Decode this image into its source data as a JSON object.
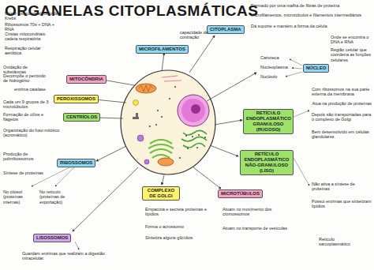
{
  "diagram": {
    "title": "ORGANELAS CITOPLASMÁTICAS",
    "nodes": [
      {
        "text": [
          "MITOCÔNDRIA"
        ]
      },
      {
        "text": [
          "PEROXISSOMOS"
        ]
      },
      {
        "text": [
          "CENTRÍOLOS"
        ]
      },
      {
        "text": [
          "RIBOSSOMOS"
        ]
      },
      {
        "text": [
          "LISOSSOMOS"
        ]
      },
      {
        "text": [
          "MICROFILAMENTOS"
        ]
      },
      {
        "text": [
          "CITOPLASMA"
        ]
      },
      {
        "text": [
          "NÚCLEO"
        ]
      },
      {
        "text": [
          "RETÍCULO ENDOPLASMÁTICO GRANULOSO (RUGOSO)"
        ]
      },
      {
        "text": [
          "RETÍCULO ENDOPLASMÁTICO NÃO-GRANULOSO (LISO)"
        ]
      },
      {
        "text": [
          "MICROTÚBULOS"
        ]
      },
      {
        "text": [
          "COMPLEXO DE GOLGI"
        ]
      }
    ],
    "labels": [
      "Matriz mitocondrial: ciclo de Krebs",
      "Ribossomos 70s + DNA + RNA",
      "Cristas mitocondriais: cadeia respiratória",
      "Respiração celular aeróbica",
      "Oxidação de substâncias",
      "Decompõe o peróxido de hidrogênio",
      "enzima catalase",
      "Cada um 9 grupos de 3 microtúbulos",
      "Formação de cílios e flagelos",
      "Organização do fuso mitótico (acromático)",
      "Produção de polirribossomos",
      "Síntese de proteínas",
      "No citosol (proteínas internas)",
      "No retículo (proteínas de exportação)",
      "Guardam enzimas que realizam a digestão intracelular.",
      "capacidade de contração",
      "Formado por uma malha de fibras de proteína",
      "Microfilamentos, microtúbulos e filamentos intermediários",
      "Dá suporte e mantém a forma da célula",
      "Carioteca",
      "Nucleoplasma",
      "Nucléolo",
      "Onde se encontra o DNA e RNA",
      "Região celular que coordena as funções celulares",
      "Com ribossomos na sua parte externa da membrana",
      "Atua na produção de proteínas",
      "Depois são transportadas para o complexo de Golgi",
      "Bem desenvolvido em células glandulares",
      "Não ativa a síntese de proteínas",
      "Possui enzimas que sintetizam lipídios",
      "Retículo sarcoplasmático",
      "Empacota e secreta proteínas e lipídios",
      "Forma o acrossomo",
      "Sintetiza alguns glicídios",
      "Atuam no movimento dos cromossomos",
      "Atuam no transporte de vesículas"
    ]
  }
}
